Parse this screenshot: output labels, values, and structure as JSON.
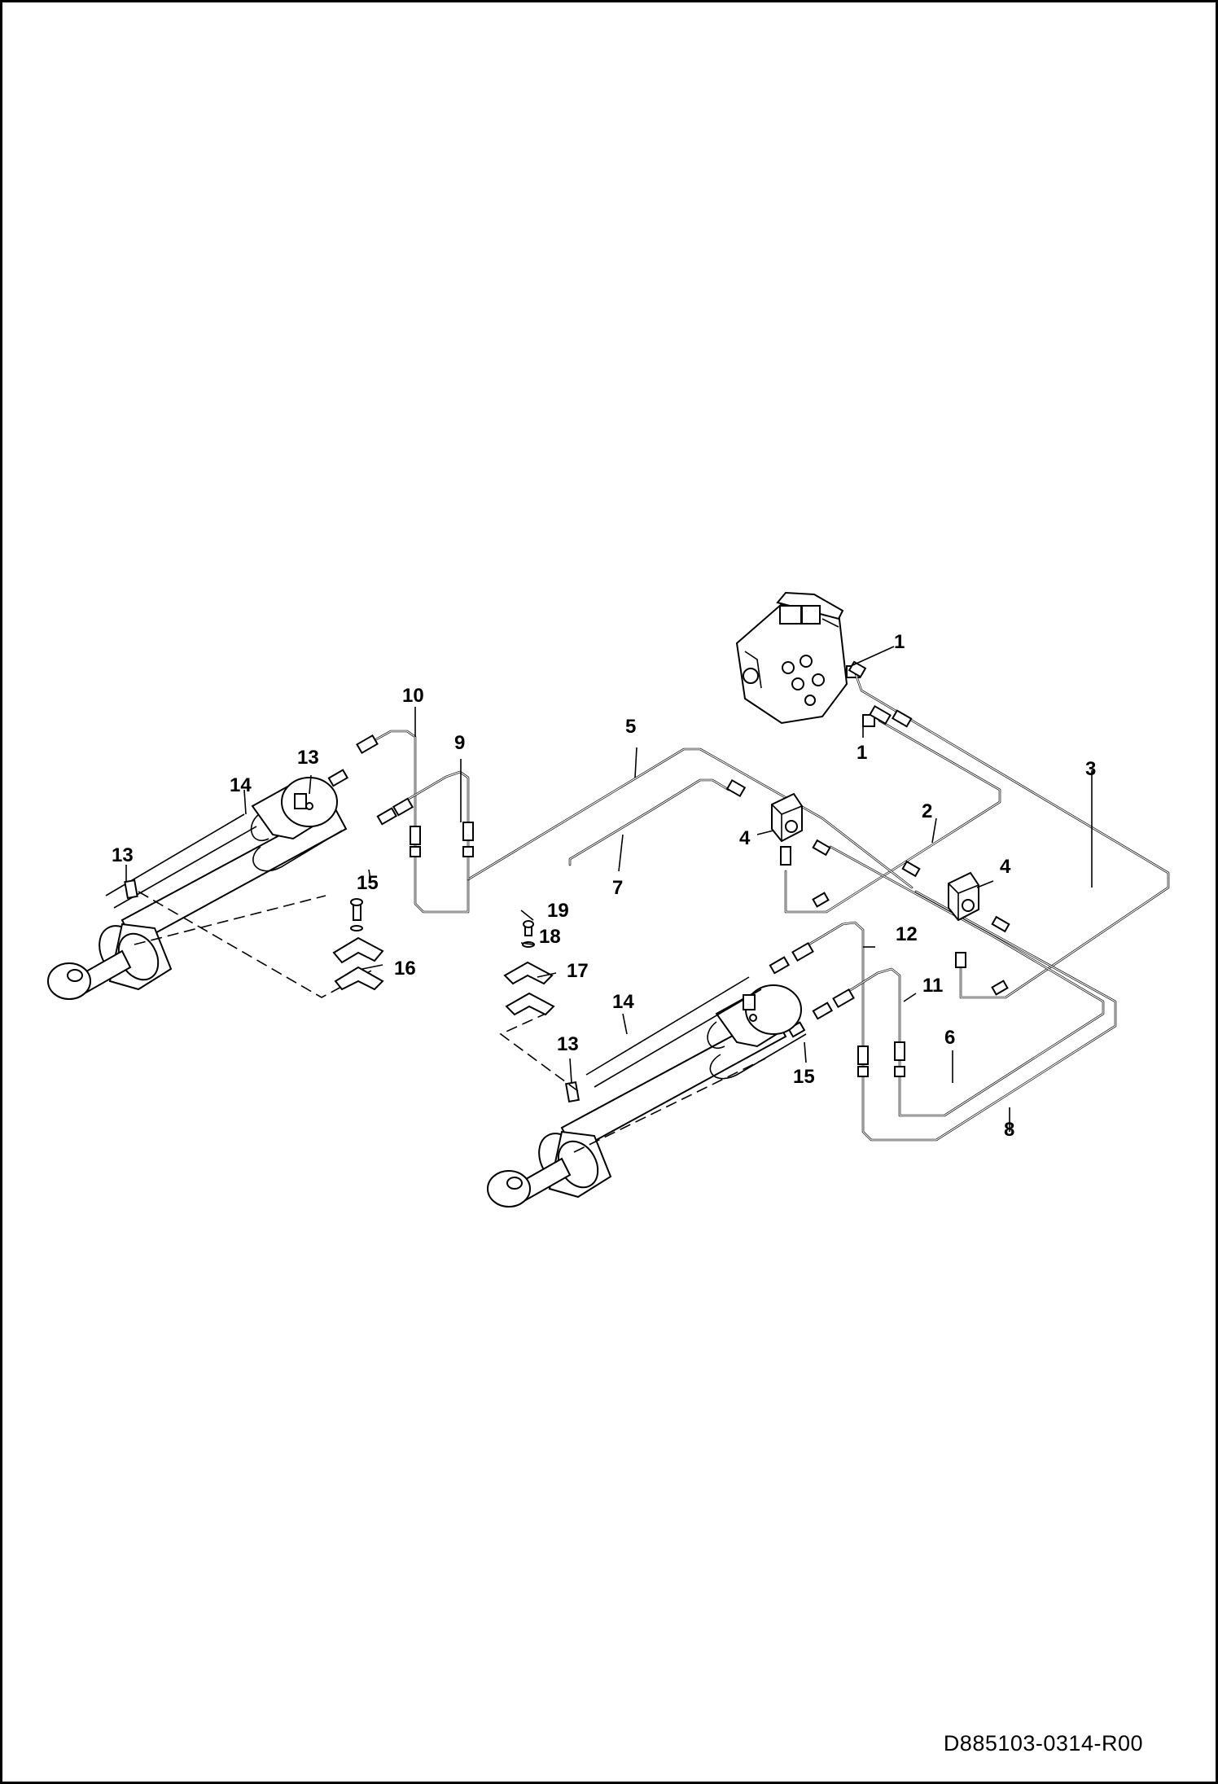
{
  "drawing_number": "D885103-0314-R00",
  "callouts": {
    "c1a": "1",
    "c1b": "1",
    "c2": "2",
    "c3": "3",
    "c4a": "4",
    "c4b": "4",
    "c5": "5",
    "c6": "6",
    "c7": "7",
    "c8": "8",
    "c9": "9",
    "c10": "10",
    "c11": "11",
    "c12": "12",
    "c13a": "13",
    "c13b": "13",
    "c13c": "13",
    "c14a": "14",
    "c14b": "14",
    "c15a": "15",
    "c15b": "15",
    "c16": "16",
    "c17": "17",
    "c18": "18",
    "c19": "19"
  }
}
